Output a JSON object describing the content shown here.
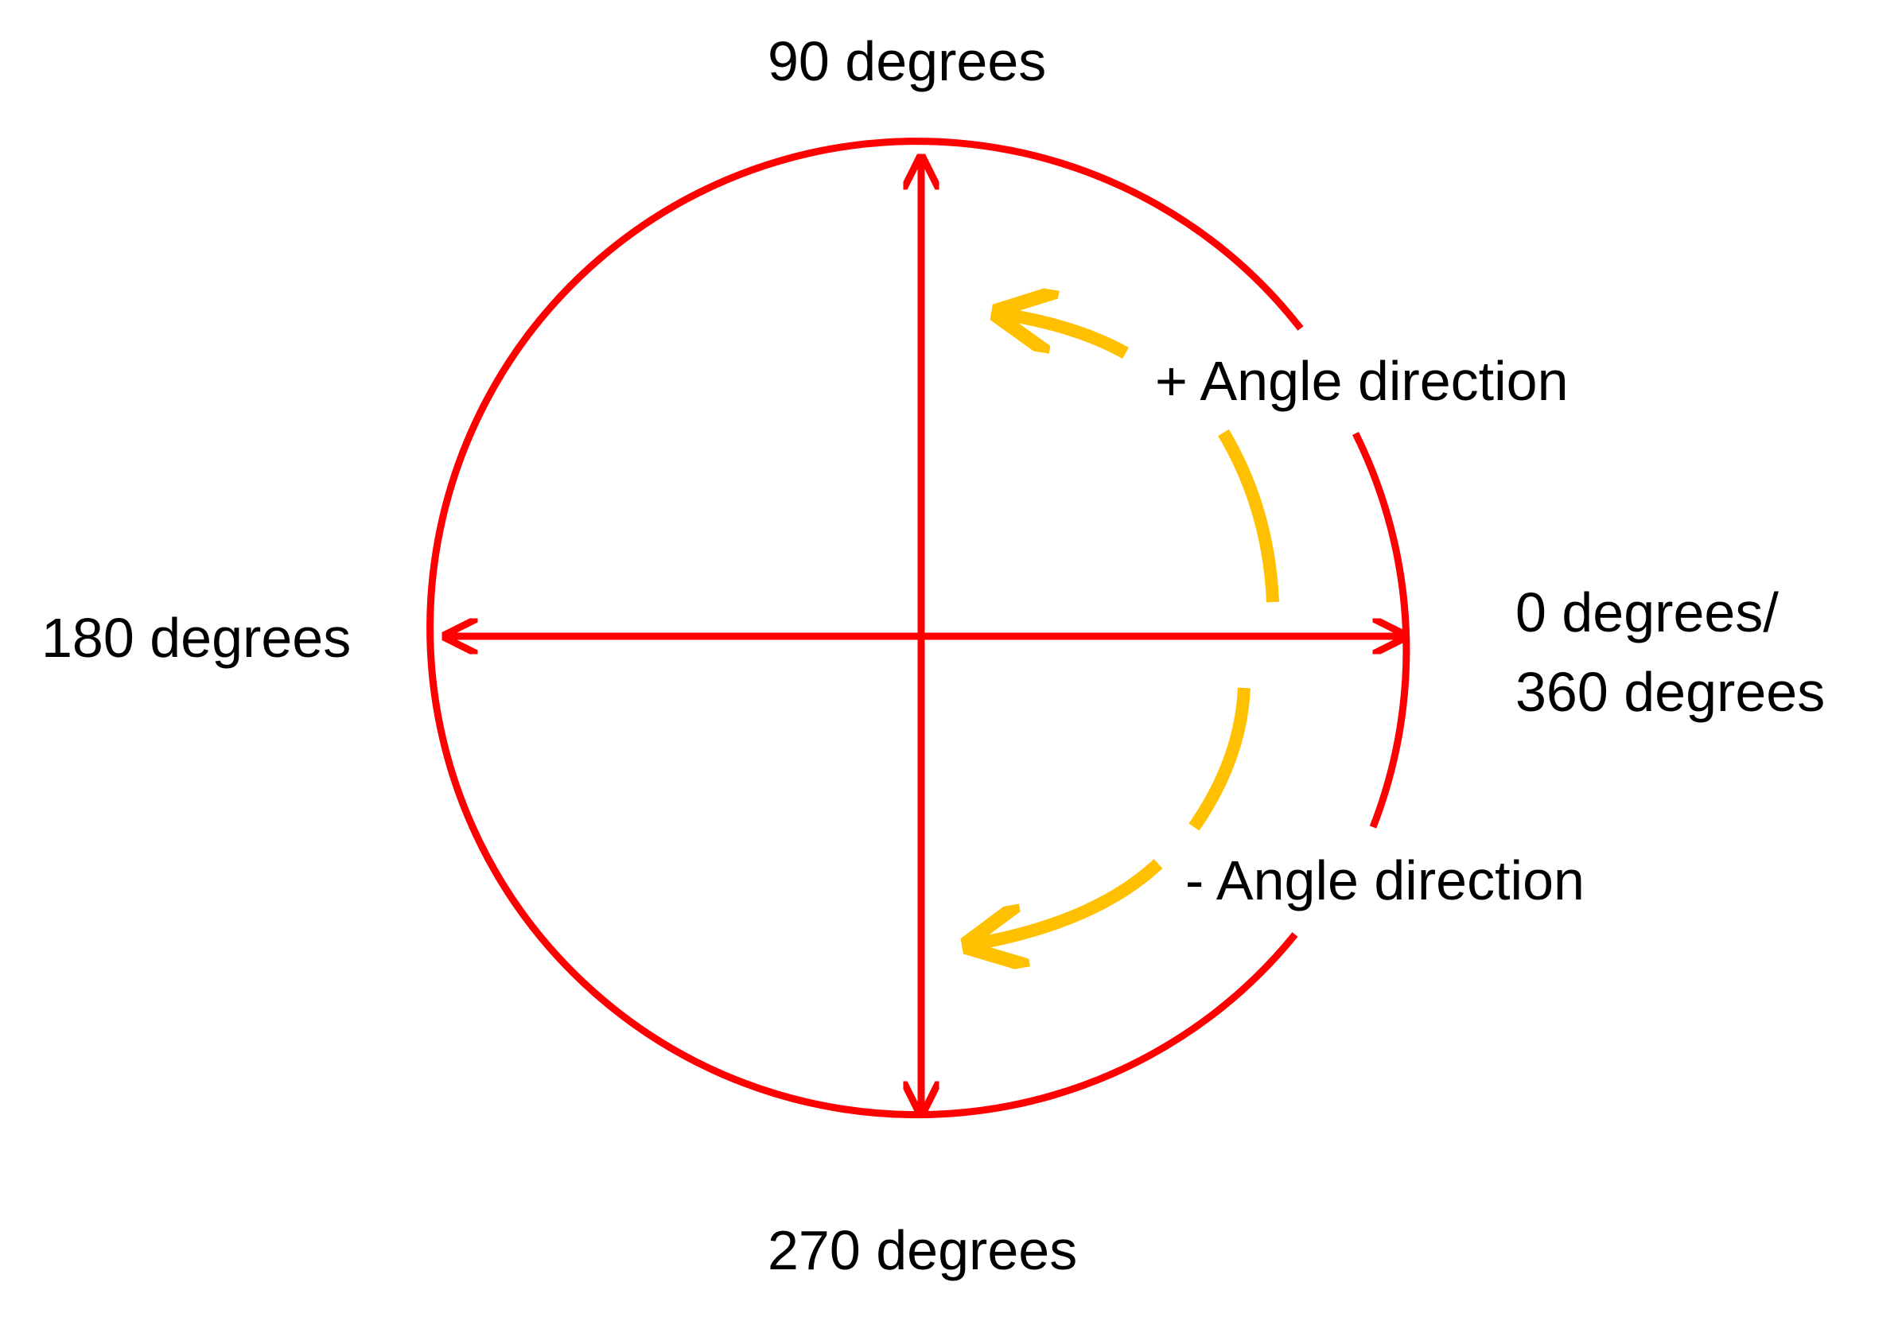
{
  "labels": {
    "top": "90 degrees",
    "left": "180 degrees",
    "bottom": "270 degrees",
    "right_line1": "0 degrees/",
    "right_line2": "360 degrees",
    "positive_direction": "+ Angle direction",
    "negative_direction": "- Angle direction"
  },
  "colors": {
    "circle": "#ff0000",
    "axes": "#ff0000",
    "direction_arrows": "#ffc000",
    "text": "#000000"
  }
}
